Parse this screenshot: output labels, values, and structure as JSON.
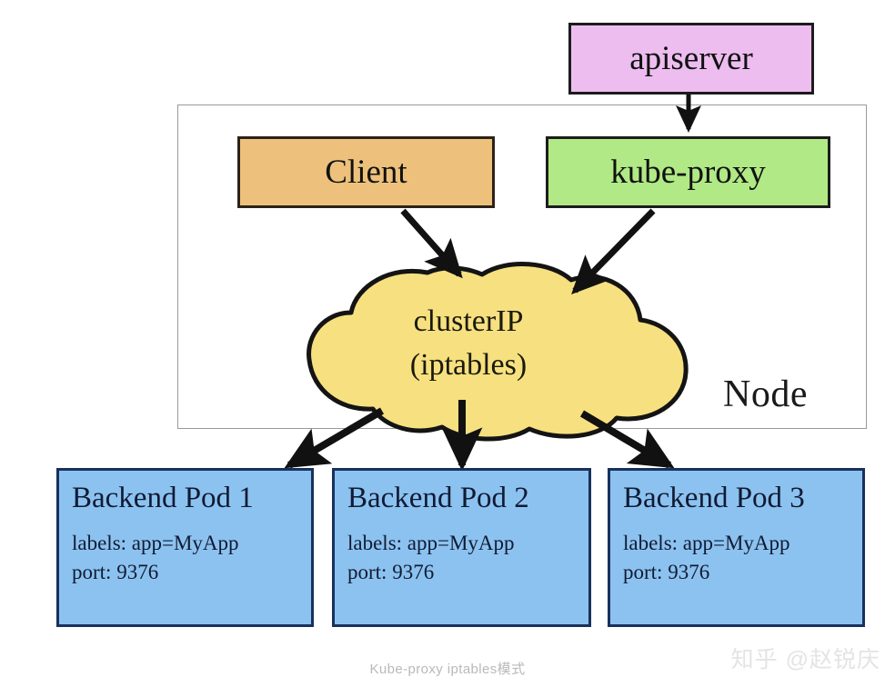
{
  "diagram": {
    "caption": "Kube-proxy iptables模式",
    "watermark": "知乎 @赵锐庆",
    "node": {
      "label": "Node"
    },
    "nodes": {
      "apiserver": {
        "label": "apiserver",
        "color": "#edbdf0"
      },
      "client": {
        "label": "Client",
        "color": "#edc17c"
      },
      "kube_proxy": {
        "label": "kube-proxy",
        "color": "#b0e985"
      },
      "cloud": {
        "line1": "clusterIP",
        "line2": "(iptables)",
        "color": "#f7e07f"
      }
    },
    "pods": [
      {
        "title": "Backend Pod 1",
        "labels": "labels: app=MyApp",
        "port": "port: 9376",
        "color": "#8cc2f0"
      },
      {
        "title": "Backend Pod 2",
        "labels": "labels: app=MyApp",
        "port": "port: 9376",
        "color": "#8cc2f0"
      },
      {
        "title": "Backend Pod 3",
        "labels": "labels: app=MyApp",
        "port": "port: 9376",
        "color": "#8cc2f0"
      }
    ],
    "edges": [
      {
        "from": "apiserver",
        "to": "kube-proxy"
      },
      {
        "from": "client",
        "to": "clusterIP"
      },
      {
        "from": "kube-proxy",
        "to": "clusterIP"
      },
      {
        "from": "clusterIP",
        "to": "Backend Pod 1"
      },
      {
        "from": "clusterIP",
        "to": "Backend Pod 2"
      },
      {
        "from": "clusterIP",
        "to": "Backend Pod 3"
      }
    ]
  }
}
